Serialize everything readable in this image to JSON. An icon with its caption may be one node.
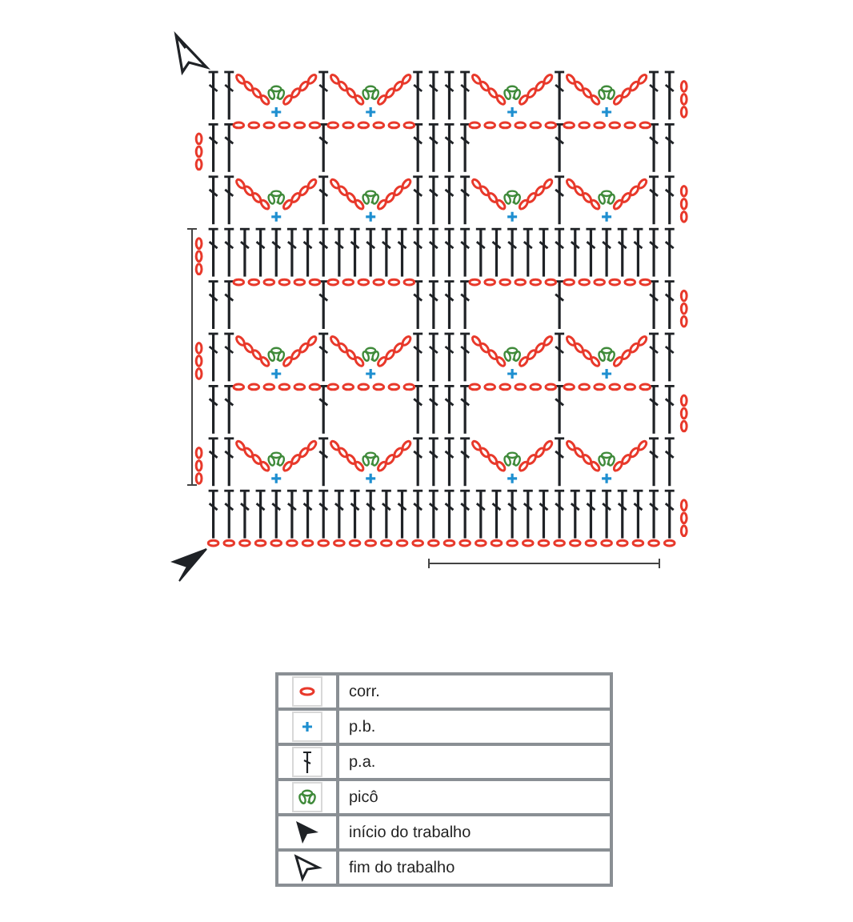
{
  "diagram": {
    "legend": [
      {
        "text": "corr."
      },
      {
        "text": "p.b."
      },
      {
        "text": "p.a."
      },
      {
        "text": "picô"
      },
      {
        "text": "início do trabalho"
      },
      {
        "text": "fim do trabalho"
      }
    ]
  }
}
